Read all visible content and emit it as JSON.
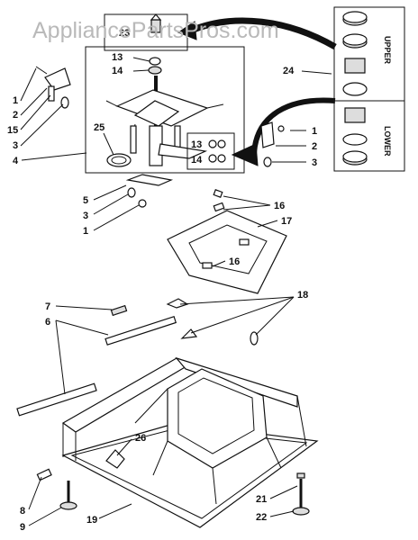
{
  "header_text": "",
  "watermark": "AppliancePartsPros.com",
  "inset_labels": {
    "upper": "UPPER",
    "lower": "LOWER"
  },
  "callouts": {
    "c1a": "1",
    "c2a": "2",
    "c15": "15",
    "c3a": "3",
    "c4": "4",
    "c13a": "13",
    "c14a": "14",
    "c25": "25",
    "c24": "24",
    "c13b": "13",
    "c14b": "14",
    "c1b": "1",
    "c2b": "2",
    "c3b": "3",
    "c5": "5",
    "c3c": "3",
    "c1c": "1",
    "c16a": "16",
    "c17": "17",
    "c16b": "16",
    "c7": "7",
    "c6": "6",
    "c18": "18",
    "c26": "26",
    "c8": "8",
    "c9": "9",
    "c19": "19",
    "c21": "21",
    "c22": "22",
    "c23": "23"
  }
}
